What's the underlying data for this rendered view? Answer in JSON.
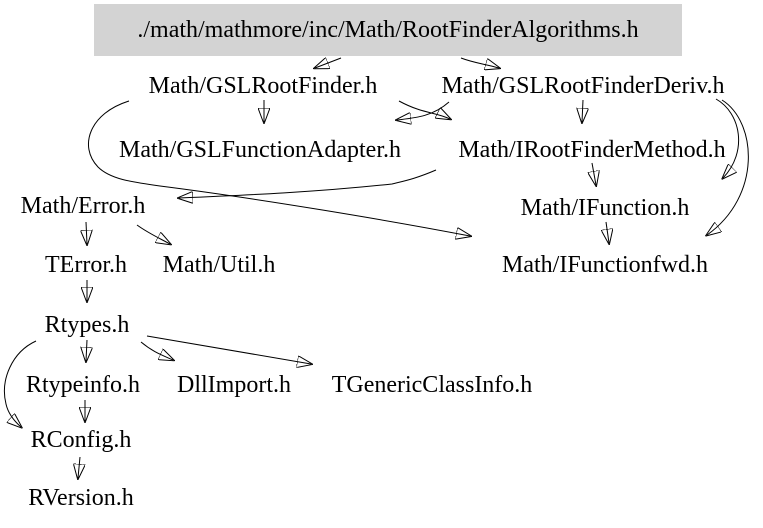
{
  "diagram": {
    "type": "include-dependency-graph",
    "root": {
      "label": "./math/mathmore/inc/Math/RootFinderAlgorithms.h",
      "fill_color": "#d3d3d3"
    },
    "colors": {
      "background": "#ffffff",
      "text": "#000000",
      "edge": "#000000"
    },
    "nodes": [
      {
        "id": "gslrootfinder",
        "label": "Math/GSLRootFinder.h"
      },
      {
        "id": "gslrootfinderderiv",
        "label": "Math/GSLRootFinderDeriv.h"
      },
      {
        "id": "gslfunctionadapter",
        "label": "Math/GSLFunctionAdapter.h"
      },
      {
        "id": "irootfindermethod",
        "label": "Math/IRootFinderMethod.h"
      },
      {
        "id": "error",
        "label": "Math/Error.h"
      },
      {
        "id": "ifunction",
        "label": "Math/IFunction.h"
      },
      {
        "id": "terror",
        "label": "TError.h"
      },
      {
        "id": "util",
        "label": "Math/Util.h"
      },
      {
        "id": "ifunctionfwd",
        "label": "Math/IFunctionfwd.h"
      },
      {
        "id": "rtypes",
        "label": "Rtypes.h"
      },
      {
        "id": "rtypeinfo",
        "label": "Rtypeinfo.h"
      },
      {
        "id": "dllimport",
        "label": "DllImport.h"
      },
      {
        "id": "tgenericclassinfo",
        "label": "TGenericClassInfo.h"
      },
      {
        "id": "rconfig",
        "label": "RConfig.h"
      },
      {
        "id": "rversion",
        "label": "RVersion.h"
      }
    ],
    "edges": [
      {
        "from": "./math/mathmore/inc/Math/RootFinderAlgorithms.h",
        "to": "Math/GSLRootFinder.h"
      },
      {
        "from": "./math/mathmore/inc/Math/RootFinderAlgorithms.h",
        "to": "Math/GSLRootFinderDeriv.h"
      },
      {
        "from": "Math/GSLRootFinder.h",
        "to": "Math/GSLFunctionAdapter.h"
      },
      {
        "from": "Math/GSLRootFinder.h",
        "to": "Math/IRootFinderMethod.h"
      },
      {
        "from": "Math/GSLRootFinder.h",
        "to": "Math/IFunctionfwd.h"
      },
      {
        "from": "Math/GSLRootFinderDeriv.h",
        "to": "Math/GSLFunctionAdapter.h"
      },
      {
        "from": "Math/GSLRootFinderDeriv.h",
        "to": "Math/IRootFinderMethod.h"
      },
      {
        "from": "Math/GSLRootFinderDeriv.h",
        "to": "Math/IFunction.h"
      },
      {
        "from": "Math/GSLRootFinderDeriv.h",
        "to": "Math/IFunctionfwd.h"
      },
      {
        "from": "Math/IRootFinderMethod.h",
        "to": "Math/Error.h"
      },
      {
        "from": "Math/IRootFinderMethod.h",
        "to": "Math/IFunction.h"
      },
      {
        "from": "Math/IFunction.h",
        "to": "Math/IFunctionfwd.h"
      },
      {
        "from": "Math/Error.h",
        "to": "TError.h"
      },
      {
        "from": "Math/Error.h",
        "to": "Math/Util.h"
      },
      {
        "from": "TError.h",
        "to": "Rtypes.h"
      },
      {
        "from": "Rtypes.h",
        "to": "Rtypeinfo.h"
      },
      {
        "from": "Rtypes.h",
        "to": "DllImport.h"
      },
      {
        "from": "Rtypes.h",
        "to": "TGenericClassInfo.h"
      },
      {
        "from": "Rtypes.h",
        "to": "RConfig.h"
      },
      {
        "from": "Rtypeinfo.h",
        "to": "RConfig.h"
      },
      {
        "from": "RConfig.h",
        "to": "RVersion.h"
      }
    ]
  }
}
